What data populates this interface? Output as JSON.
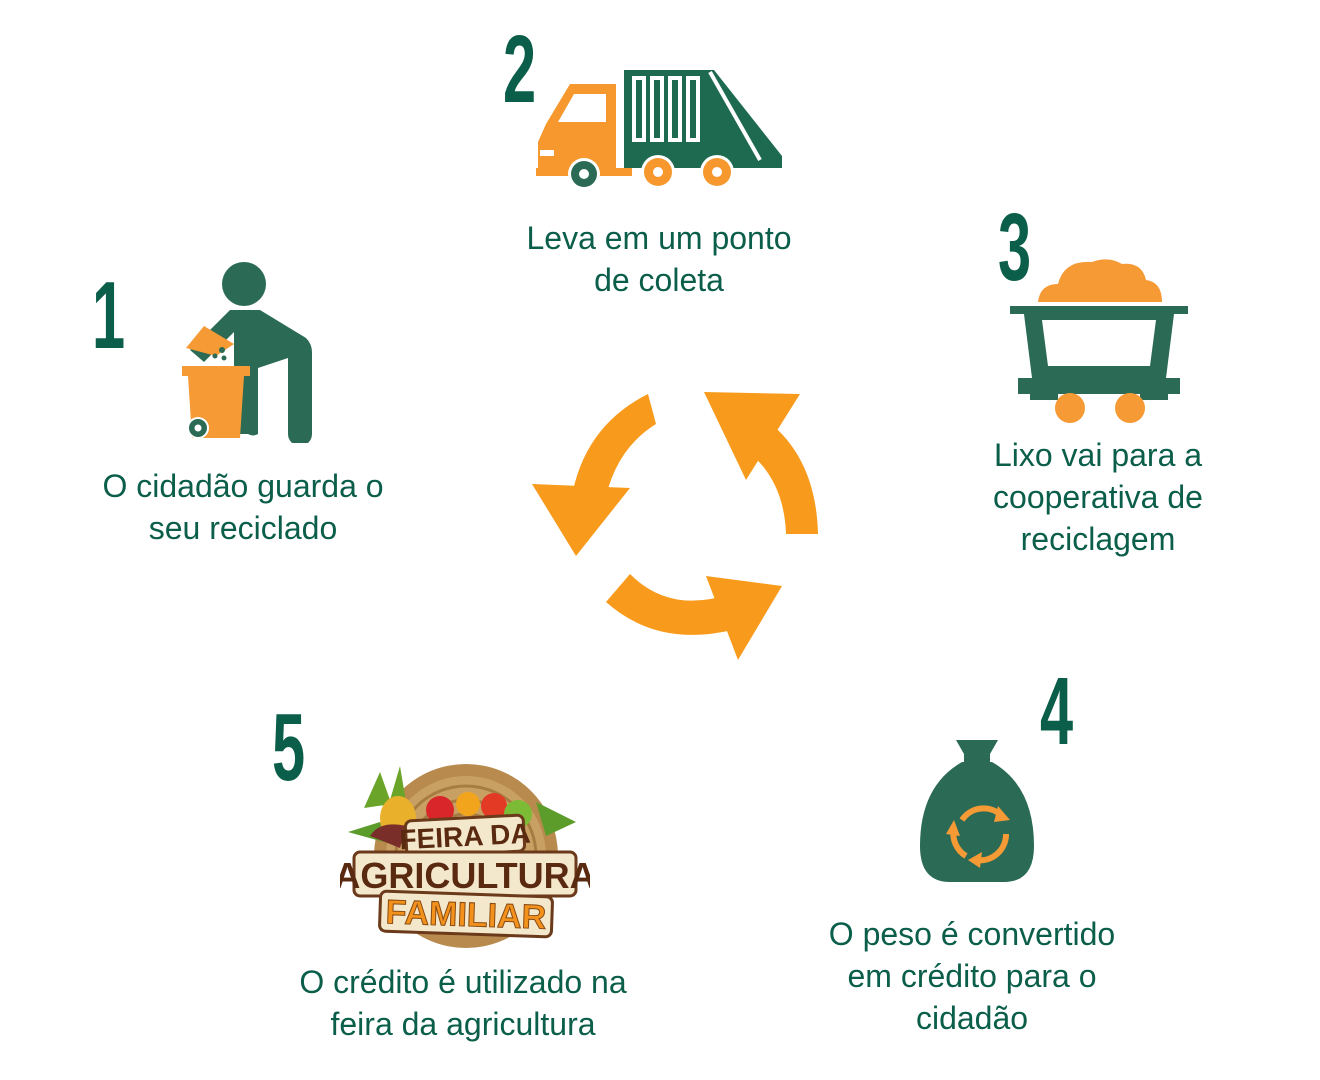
{
  "steps": [
    {
      "number": "1",
      "caption": "O cidadão guarda o\nseu reciclado",
      "icon": "person-throwing-trash-icon"
    },
    {
      "number": "2",
      "caption": "Leva em um ponto\nde coleta",
      "icon": "garbage-truck-icon"
    },
    {
      "number": "3",
      "caption": "Lixo vai para a\ncooperativa de\nreciclagem",
      "icon": "mine-cart-icon"
    },
    {
      "number": "4",
      "caption": "O peso é convertido\nem crédito para o\ncidadão",
      "icon": "recycle-bag-icon"
    },
    {
      "number": "5",
      "caption": "O crédito é utilizado na\nfeira da agricultura",
      "icon": "feira-agricultura-familiar-logo"
    }
  ],
  "logo": {
    "line1": "FEIRA DA",
    "line2": "AGRICULTURA",
    "line3": "FAMILIAR"
  },
  "colors": {
    "green": "#0b5e49",
    "icon_green": "#2b6a55",
    "orange": "#f89b1c",
    "light_orange": "#f59a35"
  }
}
